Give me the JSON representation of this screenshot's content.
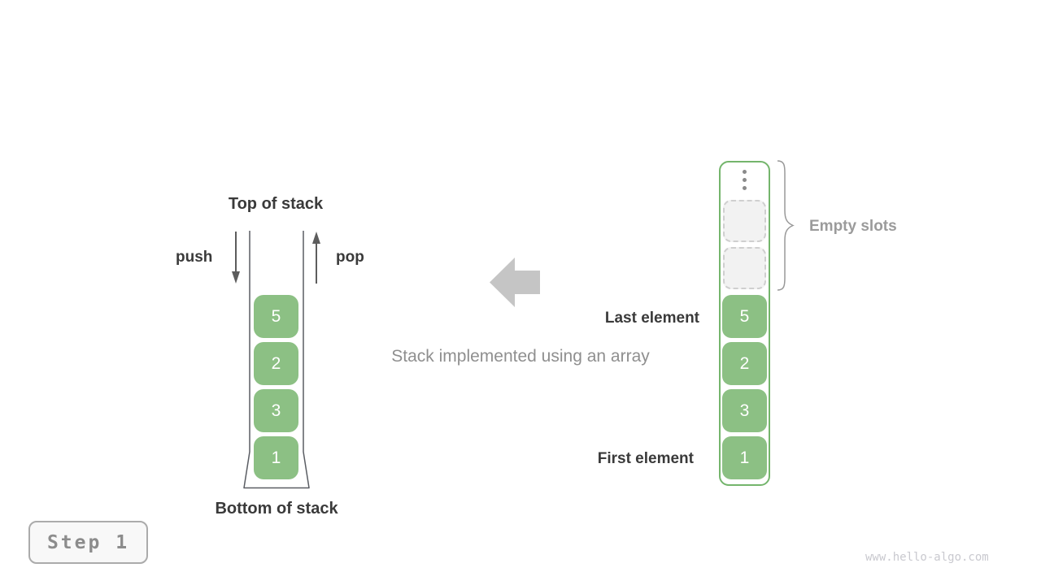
{
  "stack_view": {
    "top_label": "Top of stack",
    "bottom_label": "Bottom of stack",
    "push_label": "push",
    "pop_label": "pop",
    "items": [
      "5",
      "2",
      "3",
      "1"
    ]
  },
  "caption": "Stack implemented using an array",
  "array_view": {
    "items": [
      "5",
      "2",
      "3",
      "1"
    ],
    "empty_slot_count": 2,
    "empty_slots_label": "Empty slots",
    "last_element_label": "Last element",
    "first_element_label": "First element"
  },
  "footer": {
    "step_label": "Step 1",
    "watermark": "www.hello-algo.com"
  },
  "colors": {
    "cell_green": "#8cc084",
    "container_border_green": "#74b56c",
    "dark_text": "#3a3a3a",
    "gray_text": "#8f8f8f",
    "block_arrow_gray": "#c5c5c5",
    "outline_gray": "#5a5d63"
  }
}
